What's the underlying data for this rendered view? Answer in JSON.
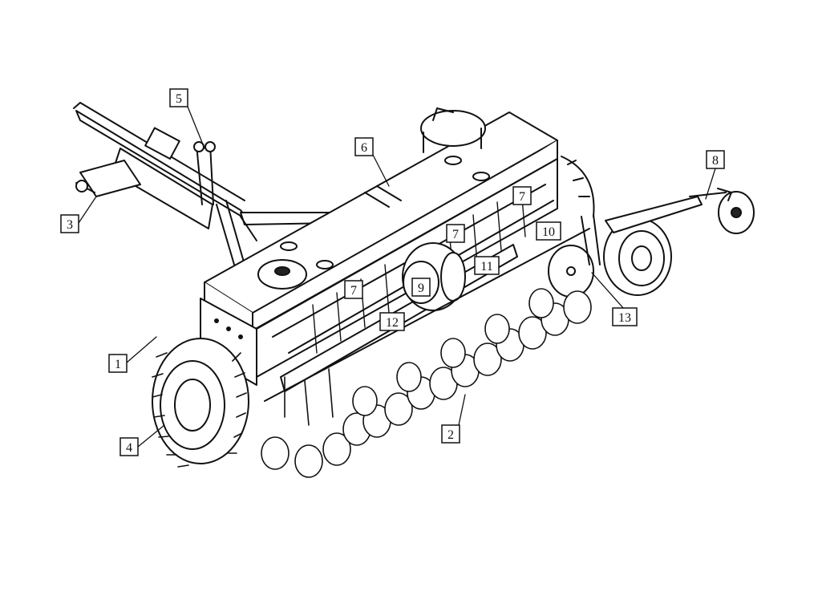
{
  "diagram": {
    "callouts": [
      {
        "id": "1",
        "label": "1"
      },
      {
        "id": "2",
        "label": "2"
      },
      {
        "id": "3",
        "label": "3"
      },
      {
        "id": "4",
        "label": "4"
      },
      {
        "id": "5",
        "label": "5"
      },
      {
        "id": "6",
        "label": "6"
      },
      {
        "id": "7a",
        "label": "7"
      },
      {
        "id": "7b",
        "label": "7"
      },
      {
        "id": "7c",
        "label": "7"
      },
      {
        "id": "8",
        "label": "8"
      },
      {
        "id": "9",
        "label": "9"
      },
      {
        "id": "10",
        "label": "10"
      },
      {
        "id": "11",
        "label": "11"
      },
      {
        "id": "12",
        "label": "12"
      },
      {
        "id": "13",
        "label": "13"
      }
    ]
  }
}
